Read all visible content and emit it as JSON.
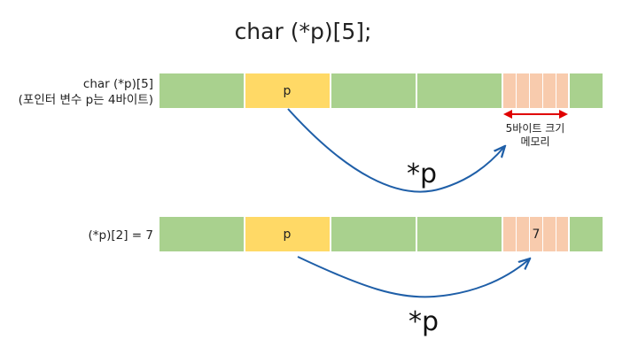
{
  "title": "char (*p)[5];",
  "rows": [
    {
      "label_lines": [
        "char (*p)[5]",
        "(포인터 변수 p는 4바이트)"
      ],
      "pointer_text": "p",
      "array_value": "",
      "deref_label": "*p"
    },
    {
      "label_lines": [
        "(*p)[2] = 7"
      ],
      "pointer_text": "p",
      "array_value": "7",
      "deref_label": "*p"
    }
  ],
  "size_note_lines": [
    "5바이트 크기",
    "메모리"
  ],
  "colors": {
    "memory_cell": "#a9d18e",
    "pointer_cell": "#ffd966",
    "array_cell": "#f8cbad",
    "arrow": "#1f5fa8",
    "size_arrow": "#e00000"
  }
}
